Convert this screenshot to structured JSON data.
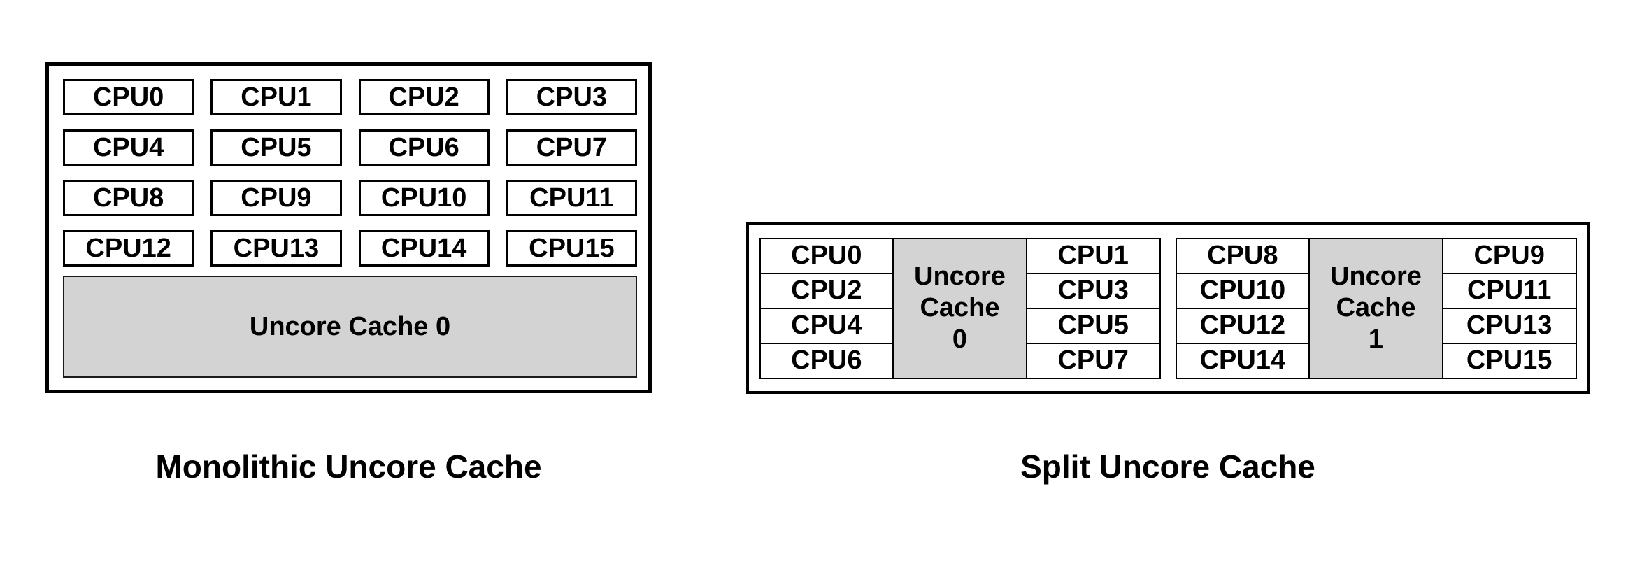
{
  "colors": {
    "background": "#ffffff",
    "border": "#000000",
    "cache_fill": "#d3d3d3",
    "text": "#000000"
  },
  "monolithic": {
    "caption": "Monolithic Uncore Cache",
    "cpus": [
      "CPU0",
      "CPU1",
      "CPU2",
      "CPU3",
      "CPU4",
      "CPU5",
      "CPU6",
      "CPU7",
      "CPU8",
      "CPU9",
      "CPU10",
      "CPU11",
      "CPU12",
      "CPU13",
      "CPU14",
      "CPU15"
    ],
    "cache_label": "Uncore Cache 0"
  },
  "split": {
    "caption": "Split Uncore Cache",
    "clusters": [
      {
        "left_cpus": [
          "CPU0",
          "CPU2",
          "CPU4",
          "CPU6"
        ],
        "cache_lines": [
          "Uncore",
          "Cache",
          "0"
        ],
        "right_cpus": [
          "CPU1",
          "CPU3",
          "CPU5",
          "CPU7"
        ]
      },
      {
        "left_cpus": [
          "CPU8",
          "CPU10",
          "CPU12",
          "CPU14"
        ],
        "cache_lines": [
          "Uncore",
          "Cache",
          "1"
        ],
        "right_cpus": [
          "CPU9",
          "CPU11",
          "CPU13",
          "CPU15"
        ]
      }
    ]
  }
}
